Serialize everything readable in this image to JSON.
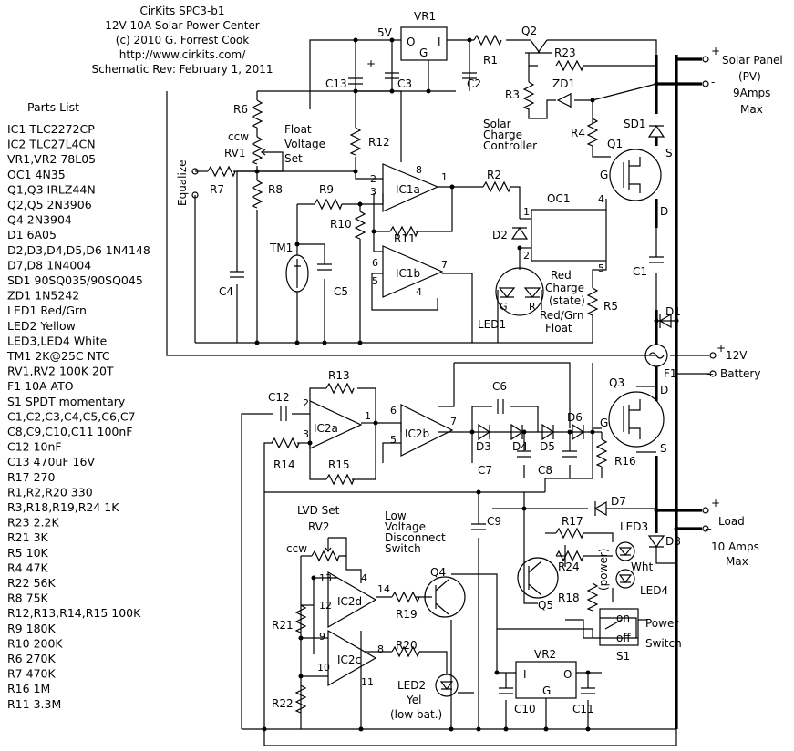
{
  "header": {
    "line1": "CirKits SPC3-b1",
    "line2": "12V 10A Solar Power Center",
    "line3": "(c) 2010  G. Forrest Cook",
    "line4": "http://www.cirkits.com/",
    "line5": "Schematic Rev: February 1, 2011"
  },
  "parts_list": {
    "title": "Parts List",
    "items": [
      "IC1  TLC2272CP",
      "IC2  TLC27L4CN",
      "VR1,VR2  78L05",
      "OC1  4N35",
      "Q1,Q3  IRLZ44N",
      "Q2,Q5  2N3906",
      "Q4  2N3904",
      "D1  6A05",
      "D2,D3,D4,D5,D6  1N4148",
      "D7,D8  1N4004",
      "SD1  90SQ035/90SQ045",
      "ZD1  1N5242",
      "LED1  Red/Grn",
      "LED2  Yellow",
      "LED3,LED4  White",
      "TM1  2K@25C NTC",
      "RV1,RV2  100K 20T",
      "F1  10A ATO",
      "S1  SPDT momentary",
      "C1,C2,C3,C4,C5,C6,C7",
      "C8,C9,C10,C11  100nF",
      "C12  10nF",
      "C13  470uF 16V",
      "R17  270",
      "R1,R2,R20  330",
      "R3,R18,R19,R24  1K",
      "R23  2.2K",
      "R21  3K",
      "R5  10K",
      "R4  47K",
      "R22  56K",
      "R8  75K",
      "R12,R13,R14,R15  100K",
      "R9  180K",
      "R10  200K",
      "R6  270K",
      "R7  470K",
      "R16  1M",
      "R11  3.3M"
    ]
  },
  "labels": {
    "vr1": "VR1",
    "five_v": "5V",
    "o": "O",
    "i": "I",
    "g": "G",
    "r1": "R1",
    "q2": "Q2",
    "r23": "R23",
    "r3": "R3",
    "zd1": "ZD1",
    "c13": "C13",
    "c3": "C3",
    "c2": "C2",
    "plus": "+",
    "solar_title": "Solar Panel",
    "pv": "(PV)",
    "pv_amps": "9Amps",
    "pv_max": "Max",
    "solar_plus": "+",
    "solar_minus": "-",
    "ctrl1": "Solar",
    "ctrl2": "Charge",
    "ctrl3": "Controller",
    "sd1": "SD1",
    "q1": "Q1",
    "r4": "R4",
    "s": "S",
    "d": "D",
    "gate": "G",
    "r6": "R6",
    "ccw": "ccw",
    "rv1": "RV1",
    "float1": "Float",
    "float2": "Voltage",
    "float3": "Set",
    "r12": "R12",
    "equalize": "Equalize",
    "r7": "R7",
    "r8": "R8",
    "r9": "R9",
    "r10": "R10",
    "r11": "R11",
    "r2": "R2",
    "oc1": "OC1",
    "ic1a": "IC1a",
    "ic1b": "IC1b",
    "p8": "8",
    "p2": "2",
    "p3": "3",
    "p1": "1",
    "p6": "6",
    "p5": "5",
    "p7": "7",
    "p4": "4",
    "d2": "D2",
    "c1": "C1",
    "c4": "C4",
    "c5": "C5",
    "tm1": "TM1",
    "led1": "LED1",
    "red": "Red",
    "charge": "Charge",
    "state": "(state)",
    "redgrn": "Red/Grn",
    "floatlbl": "Float",
    "led_g": "G",
    "led_r": "R",
    "r5": "R5",
    "d1": "D1",
    "f1": "F1",
    "bat_v": "12V",
    "bat_name": "Battery",
    "bat_plus": "+",
    "bat_minus": "_",
    "r13": "R13",
    "c12": "C12",
    "ic2a": "IC2a",
    "ic2b": "IC2b",
    "r14": "R14",
    "r15": "R15",
    "c6": "C6",
    "d3": "D3",
    "d4": "D4",
    "d5": "D5",
    "d6": "D6",
    "c7": "C7",
    "c8": "C8",
    "q3": "Q3",
    "r16": "R16",
    "d7": "D7",
    "load_plus": "+",
    "load": "Load",
    "load_minus": "_",
    "load_amps": "10 Amps",
    "load_max": "Max",
    "lvd_set": "LVD Set",
    "rv2": "RV2",
    "low1": "Low",
    "low2": "Voltage",
    "low3": "Disconnect",
    "low4": "Switch",
    "c9": "C9",
    "r17": "R17",
    "led3": "LED3",
    "d8": "D8",
    "wht": "Wht",
    "power_lbl": "(power)",
    "led4": "LED4",
    "p13": "13",
    "p12": "12",
    "p14": "14",
    "p9": "9",
    "p10": "10",
    "p11": "11",
    "ic2d": "IC2d",
    "ic2c": "IC2c",
    "r21": "R21",
    "r22": "R22",
    "q4": "Q4",
    "q5": "Q5",
    "r19": "R19",
    "r24": "R24",
    "r18": "R18",
    "r20": "R20",
    "on": "on",
    "off": "off",
    "s1": "S1",
    "power": "Power",
    "switch": "Switch",
    "led2": "LED2",
    "yel": "Yel",
    "lowbat": "(low bat.)",
    "vr2": "VR2",
    "vr2_i": "I",
    "vr2_g": "G",
    "vr2_o": "O",
    "c10": "C10",
    "c11": "C11"
  }
}
